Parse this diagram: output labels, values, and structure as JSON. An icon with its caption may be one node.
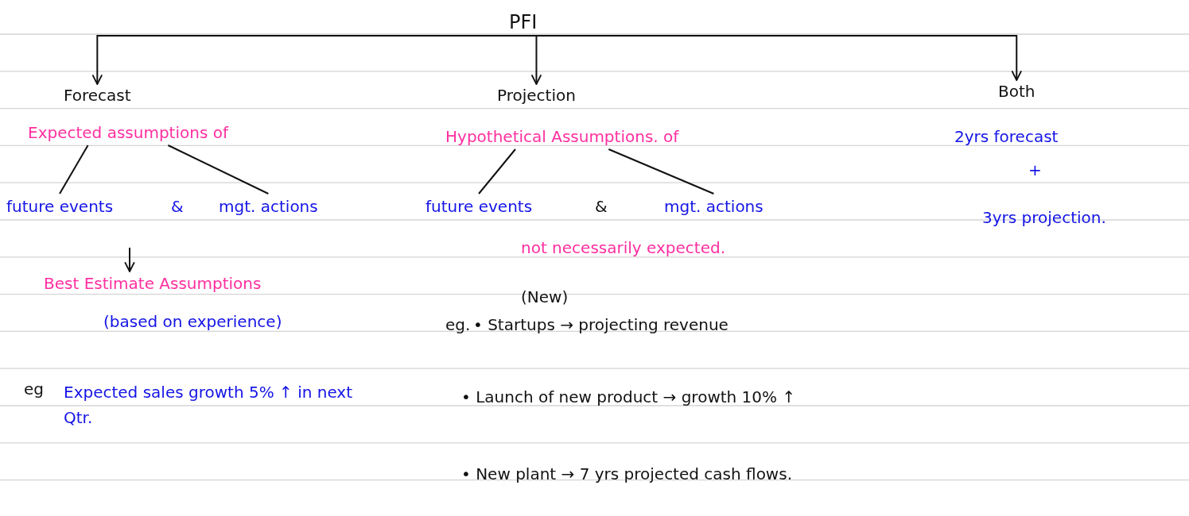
{
  "diagram": {
    "nodes": [
      {
        "text": [
          "PFI"
        ]
      },
      {
        "text": [
          "Forecast"
        ]
      },
      {
        "text": [
          "Projection"
        ]
      },
      {
        "text": [
          "Both"
        ]
      },
      {
        "text": [
          "Expected assumptions of"
        ]
      },
      {
        "text": [
          "future events"
        ]
      },
      {
        "text": [
          "mgt. actions"
        ]
      },
      {
        "text": [
          "Hypothetical Assumptions. of"
        ]
      },
      {
        "text": [
          "future events"
        ]
      },
      {
        "text": [
          "mgt. actions"
        ]
      },
      {
        "text": [
          "Best Estimate Assumptions"
        ]
      }
    ],
    "edges": [
      {
        "from": 0,
        "to": 1,
        "arrow": "to"
      },
      {
        "from": 0,
        "to": 2,
        "arrow": "to"
      },
      {
        "from": 0,
        "to": 3,
        "arrow": "to"
      },
      {
        "from": 4,
        "to": 5,
        "arrow": "none"
      },
      {
        "from": 4,
        "to": 6,
        "arrow": "none"
      },
      {
        "from": 7,
        "to": 8,
        "arrow": "none"
      },
      {
        "from": 7,
        "to": 9,
        "arrow": "none"
      },
      {
        "from": null,
        "to": 10,
        "arrow": "to"
      }
    ],
    "labels": [
      "&",
      "(based on experience)",
      "eg",
      "Expected sales growth 5% ↑ in next Qtr.",
      "&",
      "not necessarily expected.",
      "(New)",
      "eg.",
      "• Startups → projecting revenue",
      "• Launch of new product → growth 10% ↑",
      "• New plant → 7 yrs projected cash flows.",
      "2yrs forecast",
      "+",
      "3yrs projection."
    ]
  }
}
